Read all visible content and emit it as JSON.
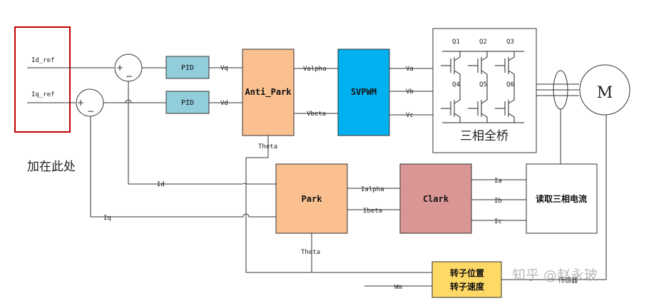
{
  "inputs": {
    "id_ref": "Id_ref",
    "iq_ref": "Iq_ref"
  },
  "annotation": "加在此处",
  "sum": {
    "plus": "+",
    "minus": "−"
  },
  "pid": {
    "top": "PID",
    "bottom": "PID"
  },
  "signals": {
    "vq": "Vq",
    "vd": "Vd",
    "valpha": "Valpha",
    "vbeta": "Vbeta",
    "va": "Va",
    "vb": "Vb",
    "vc": "Vc",
    "theta_top": "Theta",
    "theta_bottom": "Theta",
    "id": "Id",
    "iq": "Iq",
    "ialpha": "Ialpha",
    "ibeta": "Ibeta",
    "ia": "Ia",
    "ib": "Ib",
    "ic": "Ic",
    "wm": "Wm",
    "encoder": "传感器"
  },
  "blocks": {
    "anti_park": "Anti_Park",
    "svpwm": "SVPWM",
    "park": "Park",
    "clark": "Clark",
    "read_current": "读取三相电流",
    "rotor_pos": "转子位置",
    "rotor_speed": "转子速度",
    "bridge": "三相全桥",
    "motor": "M"
  },
  "transistors": [
    "Q1",
    "Q2",
    "Q3",
    "Q4",
    "Q5",
    "Q6"
  ],
  "watermark": "知乎 @赵永玻",
  "colors": {
    "pid": "#92cddc",
    "anti_park": "#fac090",
    "svpwm": "#00b0f0",
    "park": "#fac090",
    "clark": "#d99694",
    "rotor": "#ffd966",
    "highlight_box": "#c00000"
  }
}
